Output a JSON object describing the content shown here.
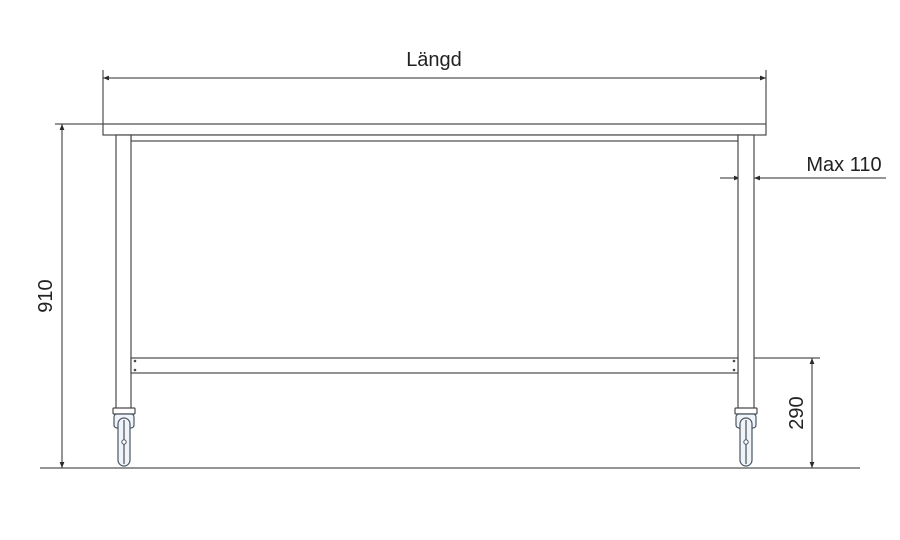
{
  "dimensions": {
    "length_label": "Längd",
    "height_label": "910",
    "shelf_height_label": "290",
    "overhang_label": "Max 110"
  }
}
